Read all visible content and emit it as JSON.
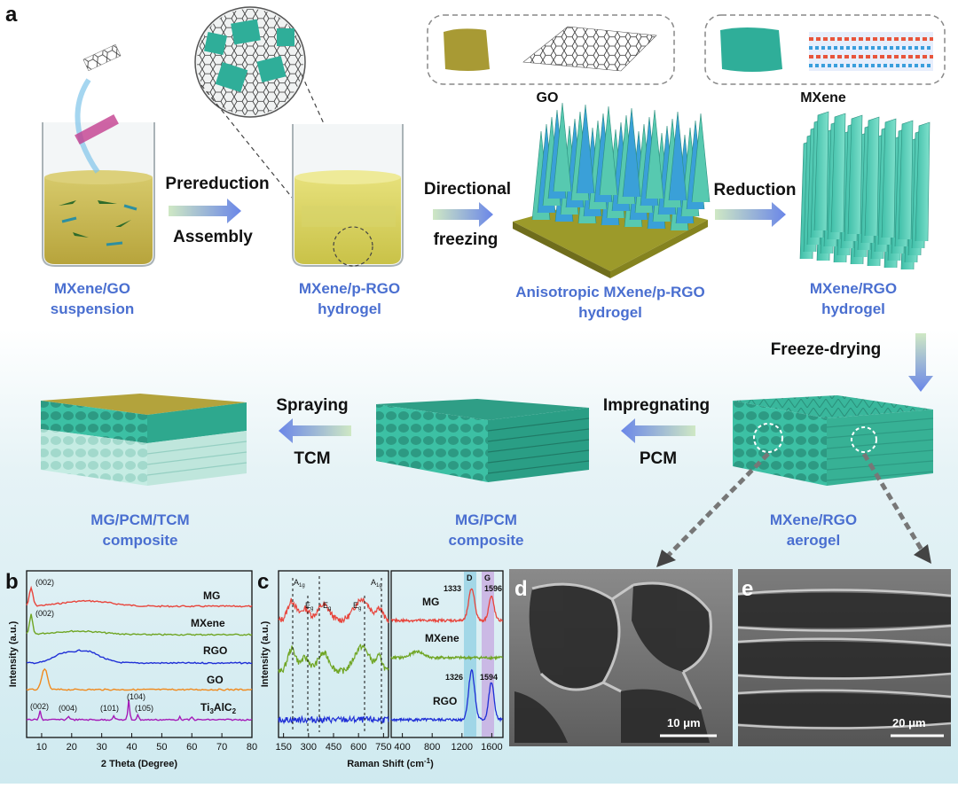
{
  "panel_a": {
    "letter": "a",
    "legend": {
      "go": "GO",
      "mxene": "MXene"
    },
    "steps": {
      "prereduction": "Prereduction",
      "assembly": "Assembly",
      "directional": "Directional",
      "freezing": "freezing",
      "reduction": "Reduction",
      "freeze_drying": "Freeze-drying",
      "impregnating": "Impregnating",
      "pcm": "PCM",
      "spraying": "Spraying",
      "tcm": "TCM"
    },
    "captions": {
      "s1": [
        "MXene/GO",
        "suspension"
      ],
      "s2": [
        "MXene/p-RGO",
        "hydrogel"
      ],
      "s3": [
        "Anisotropic MXene/p-RGO",
        "hydrogel"
      ],
      "s4": [
        "MXene/RGO",
        "hydrogel"
      ],
      "s5": [
        "MXene/RGO",
        "aerogel"
      ],
      "s6": [
        "MG/PCM",
        "composite"
      ],
      "s7": [
        "MG/PCM/TCM",
        "composite"
      ]
    }
  },
  "panel_b": {
    "letter": "b",
    "xlabel": "2 Theta (Degree)",
    "ylabel": "Intensity (a.u.)",
    "xticks": [
      "10",
      "20",
      "30",
      "40",
      "50",
      "60",
      "70",
      "80"
    ],
    "series": [
      {
        "name": "MG",
        "color": "#e8453c",
        "peak_label": "(002)"
      },
      {
        "name": "MXene",
        "color": "#6fa523",
        "peak_label": "(002)"
      },
      {
        "name": "RGO",
        "color": "#1f2fd6"
      },
      {
        "name": "GO",
        "color": "#f08a1e"
      },
      {
        "name": "Ti3AlC2",
        "name_main": "Ti",
        "sub1": "3",
        "mid": "AlC",
        "sub2": "2",
        "color": "#a51bb8",
        "peak_labels": [
          "(002)",
          "(004)",
          "(101)",
          "(104)",
          "(105)"
        ]
      }
    ]
  },
  "panel_c": {
    "letter": "c",
    "xlabel_main": "Raman Shift (cm",
    "xlabel_sup": "-1",
    "xlabel_end": ")",
    "ylabel": "Intensity (a.u.)",
    "xticks_left": [
      "150",
      "300",
      "450",
      "600",
      "750"
    ],
    "xticks_right": [
      "400",
      "800",
      "1200",
      "1600"
    ],
    "series_right": [
      "MG",
      "MXene",
      "RGO"
    ],
    "band_labels": {
      "D": "D",
      "G": "G"
    },
    "peaks_mg": [
      "1333",
      "1596"
    ],
    "peaks_rgo": [
      "1326",
      "1594"
    ],
    "modes": {
      "a1g_main": "A",
      "a1g_sub": "1g",
      "eg_main": "E",
      "eg_sub": "g"
    }
  },
  "panel_d": {
    "letter": "d",
    "scalebar": "10 μm"
  },
  "panel_e": {
    "letter": "e",
    "scalebar": "20 μm"
  }
}
